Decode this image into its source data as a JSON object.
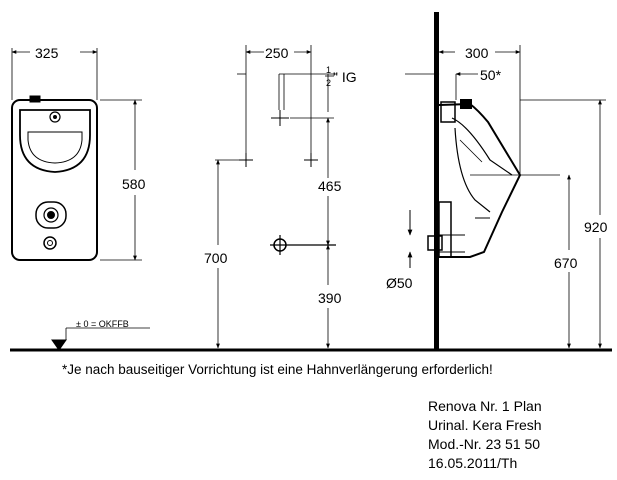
{
  "dimensions": {
    "front_width": "325",
    "front_height": "580",
    "rough_in_width": "250",
    "connection_thread_num": "1",
    "connection_thread_den": "2",
    "connection_thread_suffix": "\" IG",
    "inlet_height_from_outlet": "465",
    "floor_to_inlet": "700",
    "floor_to_outlet": "390",
    "side_depth": "300",
    "tap_offset": "50*",
    "side_height": "920",
    "side_rim_height": "670",
    "outlet_diameter": "Ø50",
    "floor_reference": "± 0 = OKFFB"
  },
  "footnote": "*Je nach bauseitiger Vorrichtung ist eine Hahnverlängerung erforderlich!",
  "title_block": {
    "line1": "Renova Nr. 1 Plan",
    "line2": "Urinal. Kera Fresh",
    "line3": "Mod.-Nr. 23 51 50",
    "line4": "16.05.2011/Th"
  }
}
